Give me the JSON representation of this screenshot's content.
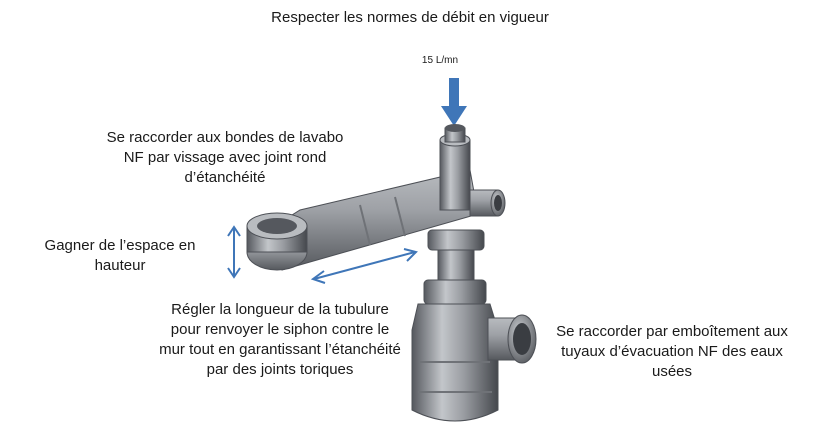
{
  "title": "Respecter les normes de débit en vigueur",
  "flow_rate": "15 L/mn",
  "annotations": {
    "connect_bonde": [
      "Se raccorder aux bondes de lavabo",
      "NF par vissage avec joint rond",
      "d’étanchéité"
    ],
    "gain_space": [
      "Gagner de l’espace en",
      "hauteur"
    ],
    "adjust_length": [
      "Régler la longueur de la tubulure",
      "pour renvoyer le siphon contre le",
      "mur tout en garantissant l’étanchéité",
      "par des joints toriques"
    ],
    "fit_pipes": [
      "Se raccorder par emboîtement aux",
      "tuyaux d’évacuation NF des eaux",
      "usées"
    ]
  },
  "colors": {
    "arrow": "#3f76b8",
    "pipe": "#8a8d92",
    "pipe_dark": "#4d5056",
    "pipe_light": "#b9bcc0"
  },
  "icons": {
    "flow_arrow": "down-arrow-icon",
    "height_arrow": "double-arrow-vertical-icon",
    "length_arrow": "double-arrow-diagonal-icon"
  }
}
